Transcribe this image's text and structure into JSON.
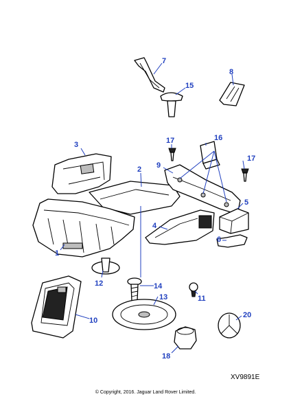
{
  "diagram": {
    "drawing_code": "XV9891E",
    "copyright": "© Copyright, 2016. Jaguar Land Rover Limited.",
    "colors": {
      "callout": "#1f3fbf",
      "line": "#000000",
      "background": "#ffffff"
    },
    "callouts": [
      {
        "id": "c1",
        "label": "1"
      },
      {
        "id": "c2",
        "label": "2"
      },
      {
        "id": "c3",
        "label": "3"
      },
      {
        "id": "c4",
        "label": "4"
      },
      {
        "id": "c5",
        "label": "5"
      },
      {
        "id": "c6",
        "label": "6"
      },
      {
        "id": "c7",
        "label": "7"
      },
      {
        "id": "c8",
        "label": "8"
      },
      {
        "id": "c9",
        "label": "9"
      },
      {
        "id": "c10",
        "label": "10"
      },
      {
        "id": "c11",
        "label": "11"
      },
      {
        "id": "c12",
        "label": "12"
      },
      {
        "id": "c13",
        "label": "13"
      },
      {
        "id": "c14",
        "label": "14"
      },
      {
        "id": "c15",
        "label": "15"
      },
      {
        "id": "c16",
        "label": "16"
      },
      {
        "id": "c17a",
        "label": "17"
      },
      {
        "id": "c17b",
        "label": "17"
      },
      {
        "id": "c18",
        "label": "18"
      },
      {
        "id": "c20",
        "label": "20"
      }
    ]
  }
}
